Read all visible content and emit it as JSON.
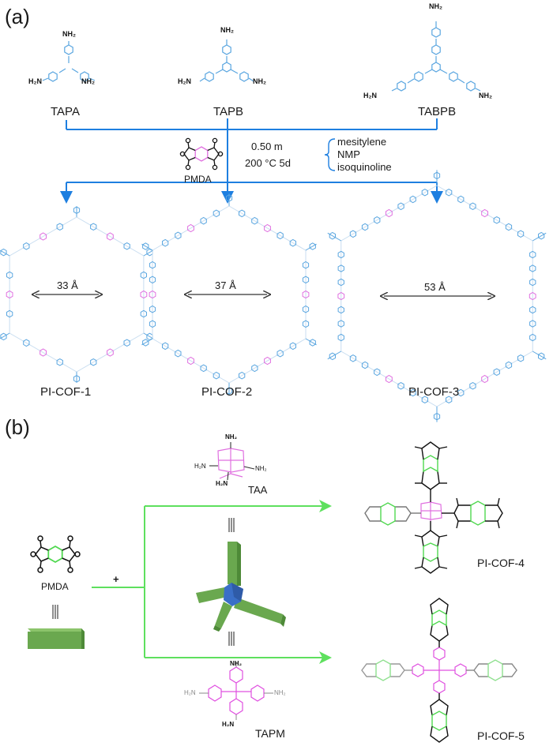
{
  "panels": {
    "a": {
      "label": "(a)",
      "monomers": [
        {
          "name": "TAPA",
          "amine": "NH₂",
          "amine_left": "H₂N",
          "core": "triphenylamine"
        },
        {
          "name": "TAPB",
          "amine": "NH₂",
          "amine_left": "H₂N",
          "core": "triphenylbenzene"
        },
        {
          "name": "TABPB",
          "amine": "NH₂",
          "amine_left": "H₂N",
          "core": "tris(biphenyl)benzene"
        }
      ],
      "linker": {
        "name": "PMDA",
        "oxygen": "O"
      },
      "conditions": {
        "concentration": "0.50 m",
        "temperature_time": "200 °C 5d",
        "solvents": [
          "mesitylene",
          "NMP",
          "isoquinoline"
        ]
      },
      "products": [
        {
          "name": "PI-COF-1",
          "pore_size": "33 Å"
        },
        {
          "name": "PI-COF-2",
          "pore_size": "37 Å"
        },
        {
          "name": "PI-COF-3",
          "pore_size": "53 Å"
        }
      ]
    },
    "b": {
      "label": "(b)",
      "linker": {
        "name": "PMDA"
      },
      "plus": "+",
      "equivalence": "|||",
      "monomers": [
        {
          "name": "TAA",
          "amine": "NH₂",
          "amine_left": "H₂N"
        },
        {
          "name": "TAPM",
          "amine": "NH₂",
          "amine_left": "H₂N"
        }
      ],
      "products": [
        {
          "name": "PI-COF-4"
        },
        {
          "name": "PI-COF-5"
        }
      ]
    }
  },
  "colors": {
    "arrow_a": "#1e7fe0",
    "aromatic_a": "#5aa6e0",
    "pmda_ring_a": "#e070e0",
    "arrow_b": "#5ee05e",
    "pmda_ring_b": "#4fd84f",
    "core_b": "#e050e0",
    "block_green": "#6aa84f",
    "node_blue": "#3a6fc8"
  }
}
